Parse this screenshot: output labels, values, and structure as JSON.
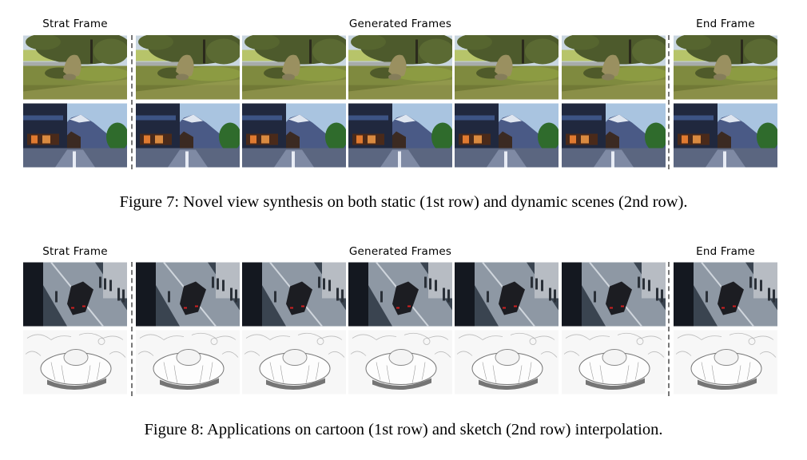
{
  "figure7": {
    "labels": {
      "start": "Strat Frame",
      "generated": "Generated Frames",
      "end": "End Frame"
    },
    "rows": [
      {
        "name": "static-scene",
        "description": "park with large rock, trees and grass",
        "frames": 7
      },
      {
        "name": "dynamic-scene",
        "description": "alpine village street with mountain, shops and car",
        "frames": 7
      }
    ],
    "caption": "Figure 7: Novel view synthesis on both static (1st row) and dynamic scenes (2nd row)."
  },
  "figure8": {
    "labels": {
      "start": "Strat Frame",
      "generated": "Generated Frames",
      "end": "End Frame"
    },
    "rows": [
      {
        "name": "cartoon",
        "description": "anime black car in street with men in suits",
        "frames": 7
      },
      {
        "name": "sketch",
        "description": "pencil sketch of donut-shaped cushion",
        "frames": 7
      }
    ],
    "caption": "Figure 8: Applications on cartoon (1st row) and sketch (2nd row) interpolation."
  }
}
